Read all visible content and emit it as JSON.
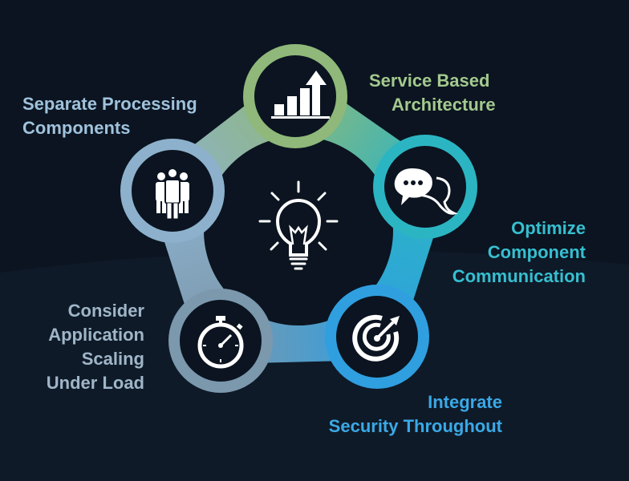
{
  "colors": {
    "background": "#0b1420",
    "background_band": "#111d2c",
    "ring_green": "#8fb87a",
    "ring_teal": "#2bb5c3",
    "ring_blue": "#2f9fe0",
    "ring_slate": "#7b98ad",
    "ring_steel": "#8db1cc",
    "icon_white": "#ffffff",
    "label_green": "#a3c98e",
    "label_teal": "#36bfd0",
    "label_blue": "#3aa9e6",
    "label_slate": "#9fb6c8",
    "label_steel": "#9fc2dc"
  },
  "center": {
    "icon": "lightbulb-icon"
  },
  "nodes": [
    {
      "id": "service",
      "icon": "bar-chart-arrow-icon",
      "label": [
        "Service Based",
        "Architecture"
      ]
    },
    {
      "id": "optimize",
      "icon": "chat-bubbles-icon",
      "label": [
        "Optimize",
        "Component",
        "Communication"
      ]
    },
    {
      "id": "security",
      "icon": "target-arrow-icon",
      "label": [
        "Integrate",
        "Security Throughout"
      ]
    },
    {
      "id": "scaling",
      "icon": "stopwatch-icon",
      "label": [
        "Consider",
        "Application",
        "Scaling",
        "Under Load"
      ]
    },
    {
      "id": "separate",
      "icon": "team-people-icon",
      "label": [
        "Separate Processing",
        "Components"
      ]
    }
  ]
}
